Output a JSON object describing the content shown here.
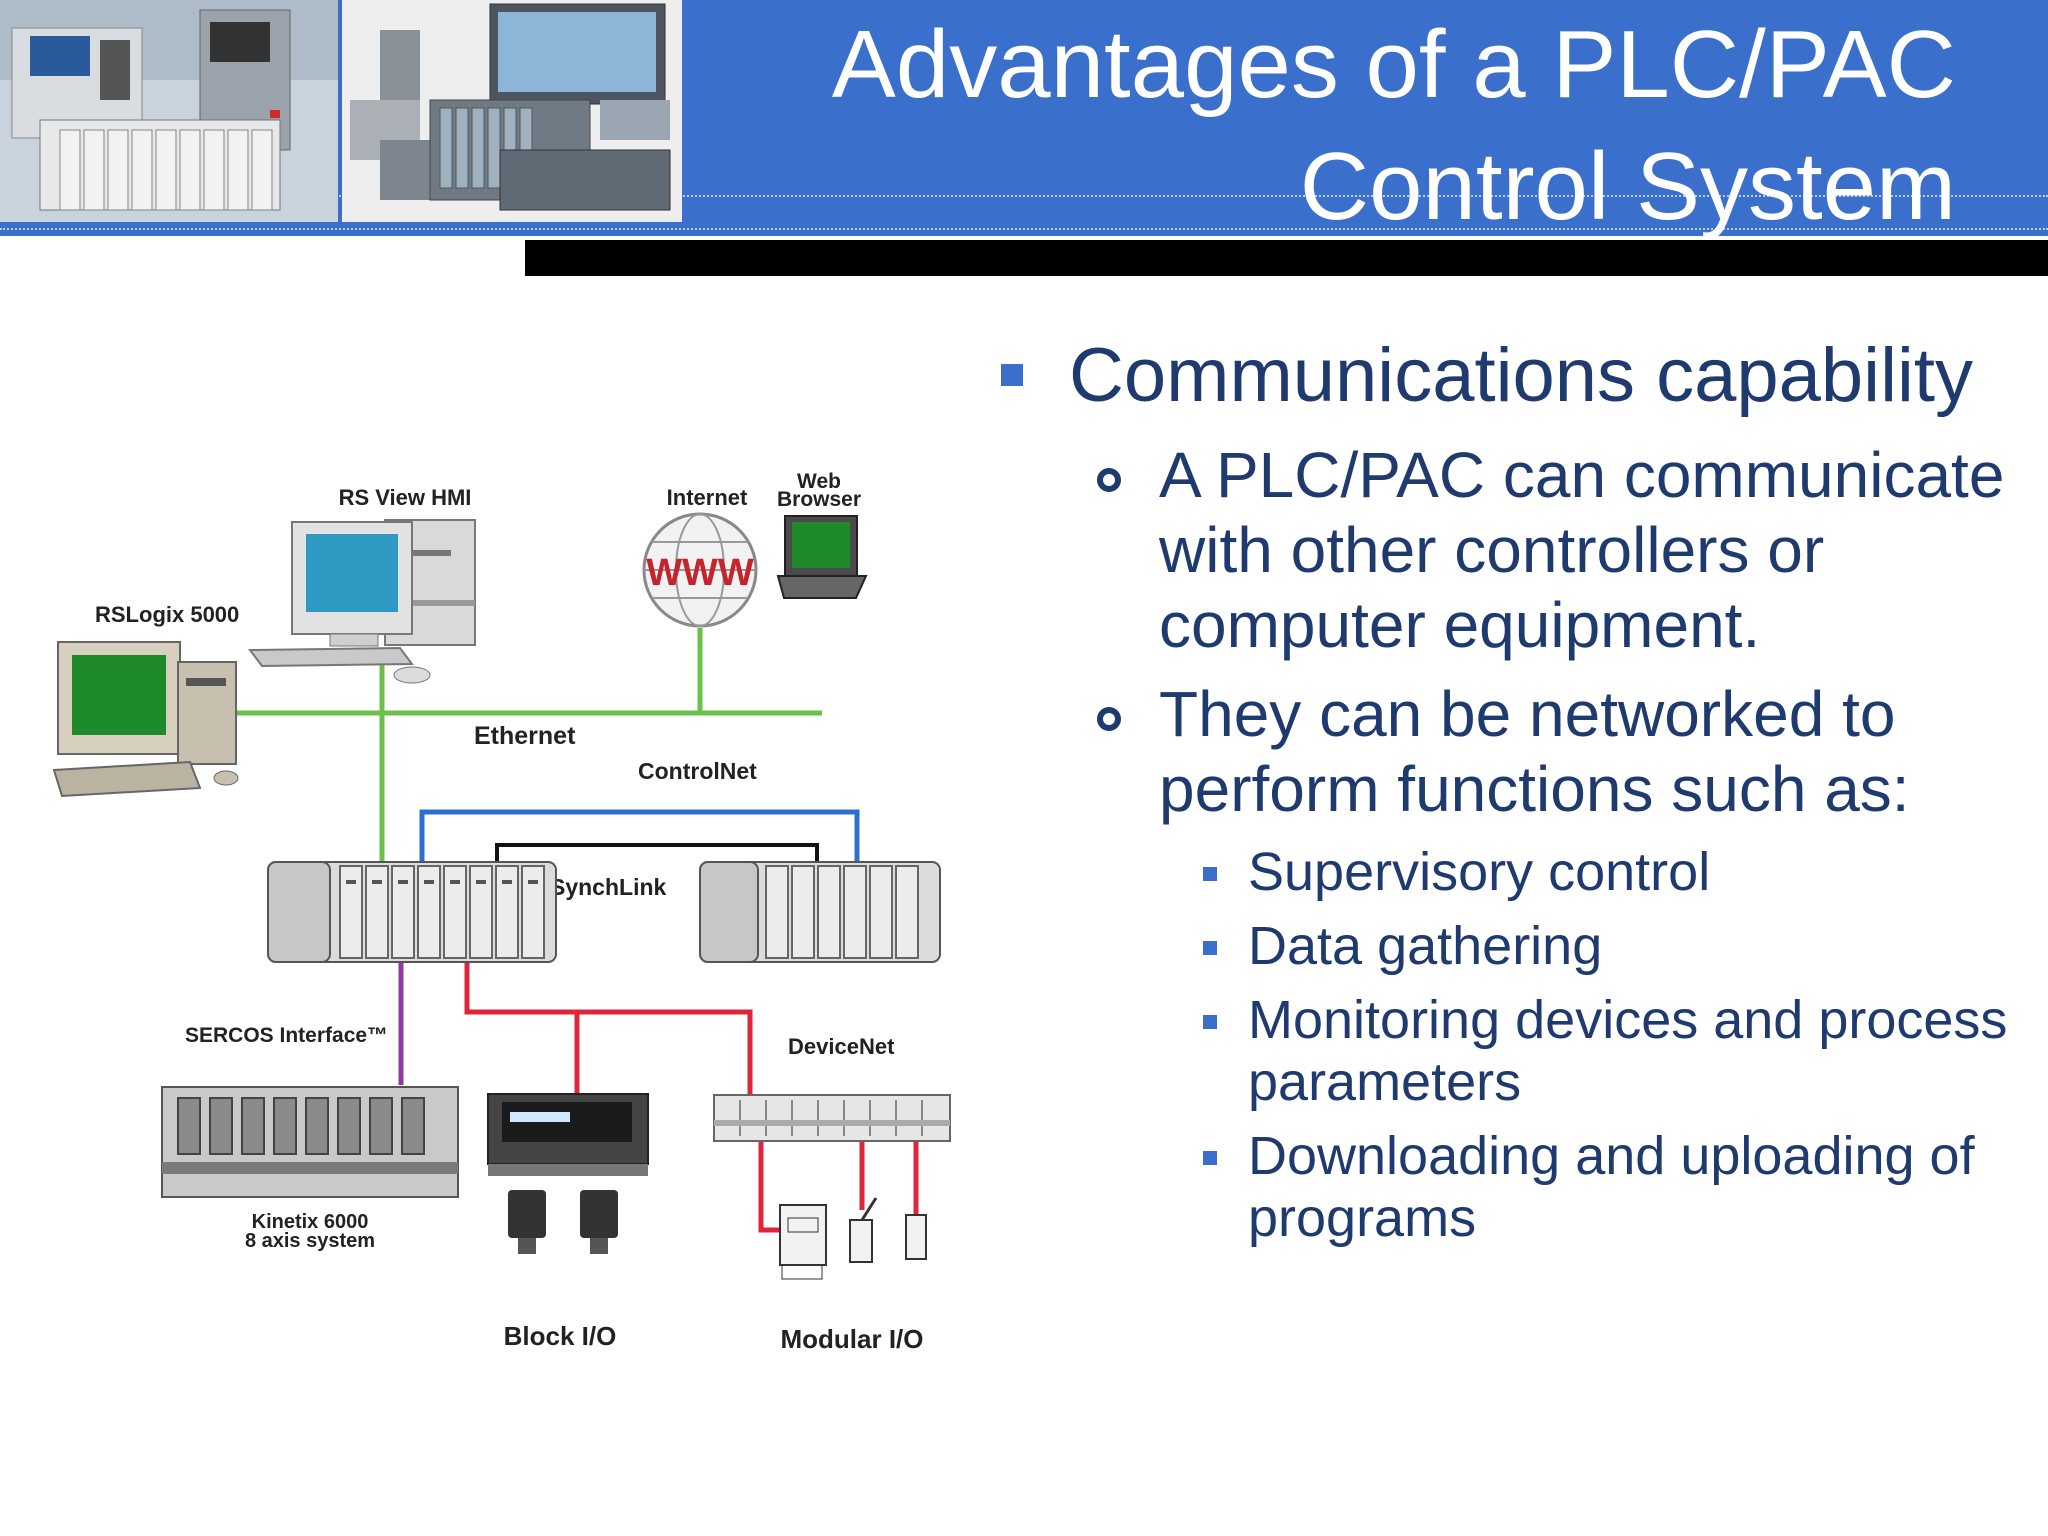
{
  "header": {
    "title_line1": "Advantages of a PLC/PAC",
    "title_line2": "Control System"
  },
  "diagram": {
    "labels": {
      "rs_view_hmi": "RS View HMI",
      "internet": "Internet",
      "web_browser_1": "Web",
      "web_browser_2": "Browser",
      "www": "WWW",
      "rslogix": "RSLogix 5000",
      "ethernet": "Ethernet",
      "controlnet": "ControlNet",
      "synchlink": "SynchLink",
      "sercos": "SERCOS Interface™",
      "devicenet": "DeviceNet",
      "kinetix_1": "Kinetix 6000",
      "kinetix_2": "8 axis system",
      "block_io": "Block I/O",
      "modular_io": "Modular I/O"
    },
    "colors": {
      "ethernet": "#6cc04a",
      "controlnet": "#2d6fd0",
      "synchlink": "#111111",
      "devicenet": "#e0243c",
      "sercos": "#8e3a9e"
    }
  },
  "content": {
    "main_bullet": "Communications capability",
    "sub_bullets": [
      "A PLC/PAC can communicate with other controllers or computer equipment.",
      "They can be networked to perform functions such as:"
    ],
    "functions": [
      "Supervisory control",
      "Data gathering",
      "Monitoring devices and process parameters",
      "Downloading and uploading of programs"
    ]
  },
  "theme": {
    "banner_blue": "#3a6fcc",
    "text_navy": "#1f3a6e",
    "band_black": "#000000"
  }
}
